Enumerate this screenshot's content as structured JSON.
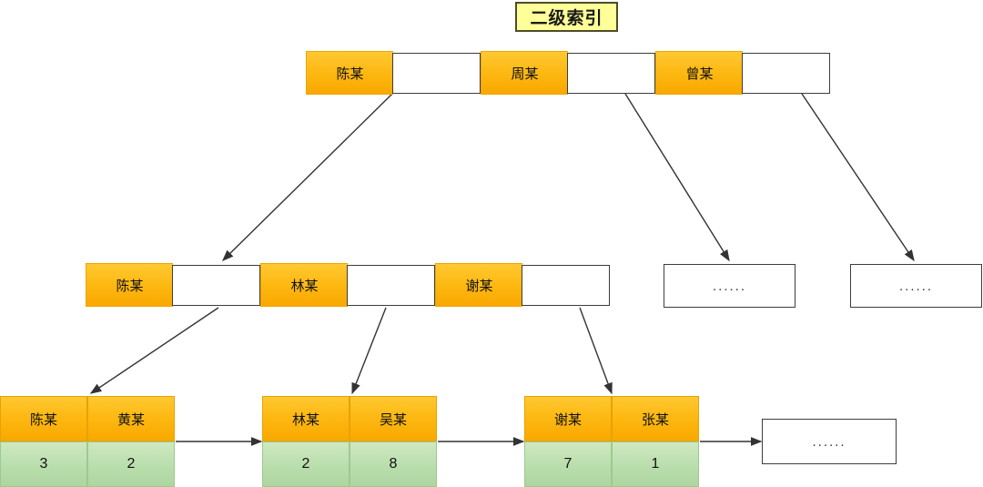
{
  "title": {
    "label": "二级索引"
  },
  "tree": {
    "root": {
      "name": "root-node",
      "cells": [
        {
          "type": "key",
          "label": "陈某"
        },
        {
          "type": "pointer",
          "label": ""
        },
        {
          "type": "key",
          "label": "周某"
        },
        {
          "type": "pointer",
          "label": ""
        },
        {
          "type": "key",
          "label": "曾某"
        },
        {
          "type": "pointer",
          "label": ""
        }
      ]
    },
    "internal": {
      "name": "internal-node",
      "cells": [
        {
          "type": "key",
          "label": "陈某"
        },
        {
          "type": "pointer",
          "label": ""
        },
        {
          "type": "key",
          "label": "林某"
        },
        {
          "type": "pointer",
          "label": ""
        },
        {
          "type": "key",
          "label": "谢某"
        },
        {
          "type": "pointer",
          "label": ""
        }
      ]
    },
    "internal_ellipsis": [
      {
        "label": "......"
      },
      {
        "label": "......"
      }
    ],
    "leaves": [
      {
        "name": "leaf-node-1",
        "keys": [
          "陈某",
          "黄某"
        ],
        "values": [
          "3",
          "2"
        ]
      },
      {
        "name": "leaf-node-2",
        "keys": [
          "林某",
          "吴某"
        ],
        "values": [
          "2",
          "8"
        ]
      },
      {
        "name": "leaf-node-3",
        "keys": [
          "谢某",
          "张某"
        ],
        "values": [
          "7",
          "1"
        ]
      }
    ],
    "leaf_ellipsis": {
      "label": "......"
    }
  },
  "colors": {
    "key_cell": "#fdb913",
    "value_cell": "#b7ddab",
    "pointer_cell": "#ffffff",
    "title_fill": "#ffff99",
    "title_border": "#4d4d26",
    "edge": "#333333"
  }
}
